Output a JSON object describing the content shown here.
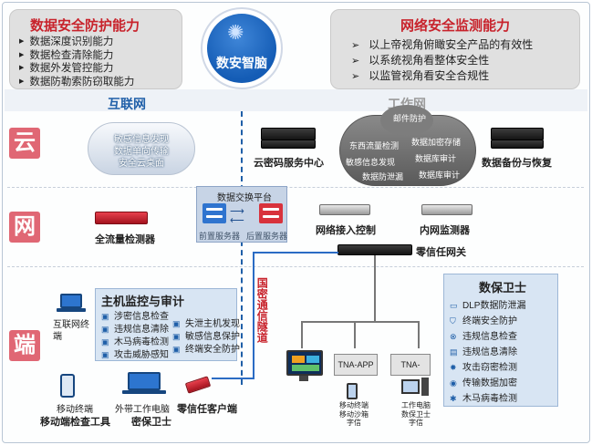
{
  "top_left": {
    "title": "数据安全防护能力",
    "items": [
      "数据深度识别能力",
      "数据检查清除能力",
      "数据外发管控能力",
      "数据防勒索防窃取能力"
    ]
  },
  "top_right": {
    "title": "网络安全监测能力",
    "items": [
      "以上帝视角俯瞰安全产品的有效性",
      "以系统视角看整体安全性",
      "以监管视角看安全合规性"
    ]
  },
  "center": {
    "label": "数安智脑"
  },
  "sections": {
    "internet": "互联网",
    "intranet": "工作网"
  },
  "lanes": {
    "cloud": "云",
    "network": "网",
    "endpoint": "端"
  },
  "cloud_left": [
    "敏感信息发现",
    "数据单向传输",
    "安全云桌面"
  ],
  "cloud_right": [
    "邮件防护",
    "东西流量检测",
    "数据加密存储",
    "敏感信息发现",
    "数据库审计",
    "数据防泄漏",
    "数据库审计"
  ],
  "cloud_layer": {
    "crypto_center": "云密码服务中心",
    "backup": "数据备份与恢复"
  },
  "exchange": {
    "title": "数据交换平台",
    "front": "前置服务器",
    "rear": "后置服务器"
  },
  "network_layer": {
    "full_flow": "全流量检测器",
    "access_control": "网络接入控制",
    "intranet_monitor": "内网监测器",
    "zero_trust_gw": "零信任网关"
  },
  "tunnel": "国密通信隧道",
  "host_monitor": {
    "title": "主机监控与审计",
    "col1": [
      "涉密信息检查",
      "违规信息清除",
      "木马病毒检测",
      "攻击威胁感知"
    ],
    "col2": [
      "失泄主机发现",
      "敏感信息保护",
      "终端安全防护"
    ]
  },
  "endpoint_left": {
    "internet_terminal": "互联网终端",
    "mobile": "移动终端",
    "mobile_tool": "移动端检查工具",
    "laptop": "外带工作电脑",
    "laptop_guard": "密保卫士",
    "zero_trust_client": "零信任客户端"
  },
  "data_guard": {
    "title": "数保卫士",
    "items": [
      "DLP数据防泄漏",
      "终端安全防护",
      "违规信息检查",
      "违规信息清除",
      "攻击窃密检测",
      "传输数据加密",
      "木马病毒检测"
    ]
  },
  "endpoint_right": {
    "tna_app": "TNA-APP",
    "tna": "TNA-",
    "mobile": [
      "移动终端",
      "移动沙箱",
      "字信"
    ],
    "pc": [
      "工作电脑",
      "数保卫士",
      "字信"
    ]
  }
}
